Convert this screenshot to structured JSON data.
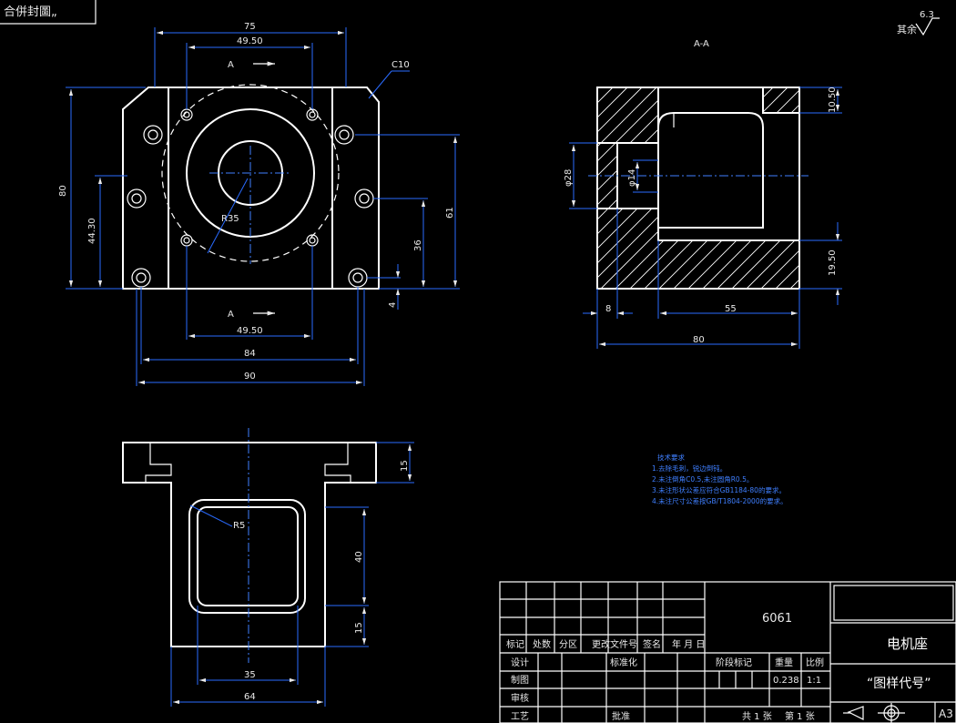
{
  "corner_tag": "合併封圖„",
  "section_label": "A-A",
  "roughness": {
    "prefix": "其余",
    "value": "6.3"
  },
  "chamfer_label": "C10",
  "radius_top": "R35",
  "radius_front": "R5",
  "cut_marks": {
    "top": "A",
    "bottom": "A"
  },
  "dims_top": {
    "d75": "75",
    "d4950_top": "49.50",
    "d80": "80",
    "d4430": "44.30",
    "d61": "61",
    "d36": "36",
    "d4": "4",
    "d4950_bottom": "49.50",
    "d84": "84",
    "d90": "90"
  },
  "dims_section": {
    "d1050": "10.50",
    "d1950": "19.50",
    "phi28": "φ28",
    "phi14": "φ14",
    "d8": "8",
    "d55": "55",
    "d80": "80"
  },
  "dims_front": {
    "d15_top": "15",
    "d40": "40",
    "d15_bottom": "15",
    "d35": "35",
    "d64": "64"
  },
  "tech_notes": {
    "title": "技术要求",
    "lines": [
      "1.去除毛刺，锐边倒钝。",
      "2.未注倒角C0.5,未注圆角R0.5。",
      "3.未注形状公差应符合GB1184-80的要求。",
      "4.未注尺寸公差按GB/T1804-2000的要求。"
    ]
  },
  "title_block": {
    "material": "6061",
    "part_name": "电机座",
    "drawing_code": "“图样代号”",
    "sheet_size": "A3",
    "labels": {
      "biaoji": "标记",
      "chushu": "处数",
      "fenqu": "分区",
      "genggai": "更改文件号",
      "qianming": "签名",
      "nianyueri": "年 月 日",
      "sheji": "设计",
      "biaozhunhua": "标准化",
      "jieduan": "阶段标记",
      "zhongliang": "重量",
      "bili": "比例",
      "zhitu": "制图",
      "shenhe": "审核",
      "gongyi": "工艺",
      "pizhun": "批准",
      "gong": "共 1 张",
      "di": "第 1 张"
    },
    "weight": "0.238",
    "scale": "1:1"
  }
}
